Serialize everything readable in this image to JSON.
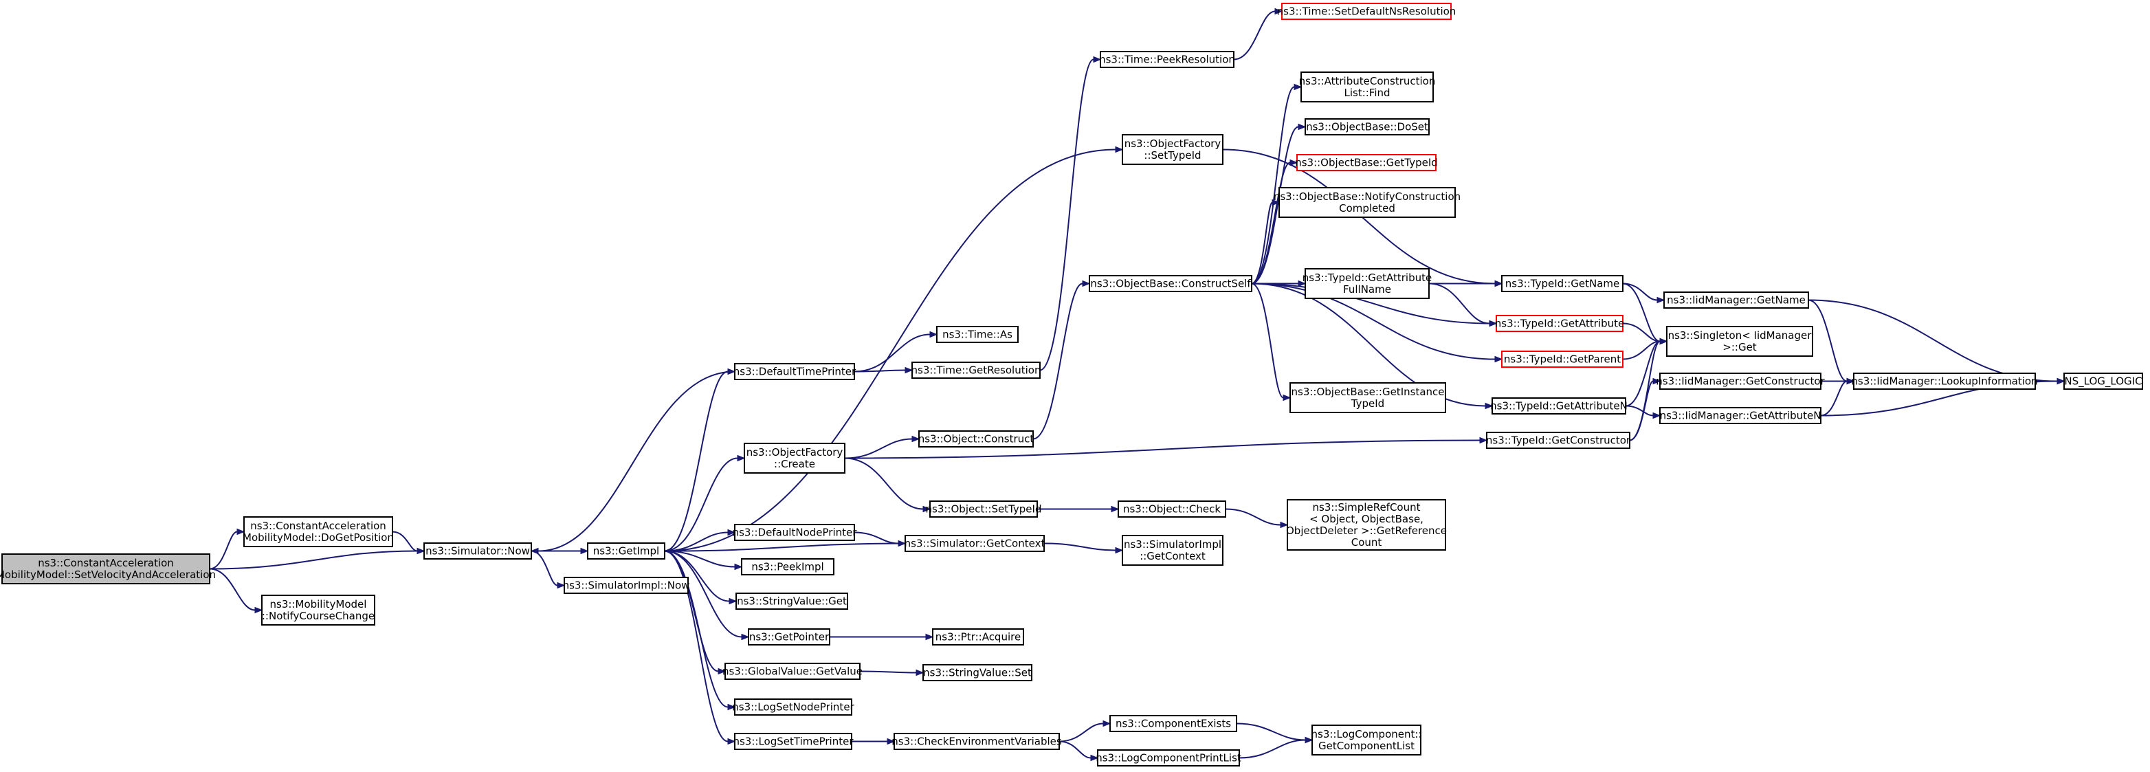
{
  "colors": {
    "edge": "#191970",
    "node_border": "#000000",
    "link_missing_border": "#ff0000",
    "root_fill": "#bfbfbf"
  },
  "nodes": [
    {
      "id": "root",
      "lines": [
        "ns3::ConstantAcceleration",
        "MobilityModel::SetVelocityAndAcceleration"
      ],
      "style": "root"
    },
    {
      "id": "doGetPosition",
      "lines": [
        "ns3::ConstantAcceleration",
        "MobilityModel::DoGetPosition"
      ]
    },
    {
      "id": "notifyCourseChange",
      "lines": [
        "ns3::MobilityModel",
        "::NotifyCourseChange"
      ]
    },
    {
      "id": "simNow",
      "lines": [
        "ns3::Simulator::Now"
      ]
    },
    {
      "id": "getImpl",
      "lines": [
        "ns3::GetImpl"
      ]
    },
    {
      "id": "simImplNow",
      "lines": [
        "ns3::SimulatorImpl::Now"
      ]
    },
    {
      "id": "defaultTimePrinter",
      "lines": [
        "ns3::DefaultTimePrinter"
      ]
    },
    {
      "id": "objFactoryCreate",
      "lines": [
        "ns3::ObjectFactory",
        "::Create"
      ]
    },
    {
      "id": "defaultNodePrinter",
      "lines": [
        "ns3::DefaultNodePrinter"
      ]
    },
    {
      "id": "peekImpl",
      "lines": [
        "ns3::PeekImpl"
      ]
    },
    {
      "id": "stringValueGet",
      "lines": [
        "ns3::StringValue::Get"
      ]
    },
    {
      "id": "getPointer",
      "lines": [
        "ns3::GetPointer"
      ]
    },
    {
      "id": "globalValueGetValue",
      "lines": [
        "ns3::GlobalValue::GetValue"
      ]
    },
    {
      "id": "logSetNodePrinter",
      "lines": [
        "ns3::LogSetNodePrinter"
      ]
    },
    {
      "id": "logSetTimePrinter",
      "lines": [
        "ns3::LogSetTimePrinter"
      ]
    },
    {
      "id": "timeAs",
      "lines": [
        "ns3::Time::As"
      ]
    },
    {
      "id": "timeGetResolution",
      "lines": [
        "ns3::Time::GetResolution"
      ]
    },
    {
      "id": "objectConstruct",
      "lines": [
        "ns3::Object::Construct"
      ]
    },
    {
      "id": "objectSetTypeId",
      "lines": [
        "ns3::Object::SetTypeId"
      ]
    },
    {
      "id": "simGetContext",
      "lines": [
        "ns3::Simulator::GetContext"
      ]
    },
    {
      "id": "ptrAcquire",
      "lines": [
        "ns3::Ptr::Acquire"
      ]
    },
    {
      "id": "stringValueSet",
      "lines": [
        "ns3::StringValue::Set"
      ]
    },
    {
      "id": "checkEnvVars",
      "lines": [
        "ns3::CheckEnvironmentVariables"
      ]
    },
    {
      "id": "timePeekResolution",
      "lines": [
        "ns3::Time::PeekResolution"
      ]
    },
    {
      "id": "objFactorySetTypeId",
      "lines": [
        "ns3::ObjectFactory",
        "::SetTypeId"
      ]
    },
    {
      "id": "objBaseConstructSelf",
      "lines": [
        "ns3::ObjectBase::ConstructSelf"
      ]
    },
    {
      "id": "objectCheck",
      "lines": [
        "ns3::Object::Check"
      ]
    },
    {
      "id": "simImplGetContext",
      "lines": [
        "ns3::SimulatorImpl",
        "::GetContext"
      ]
    },
    {
      "id": "componentExists",
      "lines": [
        "ns3::ComponentExists"
      ]
    },
    {
      "id": "logComponentPrintList",
      "lines": [
        "ns3::LogComponentPrintList"
      ]
    },
    {
      "id": "timeSetDefaultNsResolution",
      "lines": [
        "ns3::Time::SetDefaultNsResolution"
      ],
      "style": "red"
    },
    {
      "id": "attrConstListFind",
      "lines": [
        "ns3::AttributeConstruction",
        "List::Find"
      ]
    },
    {
      "id": "objBaseDoSet",
      "lines": [
        "ns3::ObjectBase::DoSet"
      ]
    },
    {
      "id": "objBaseGetTypeId",
      "lines": [
        "ns3::ObjectBase::GetTypeId"
      ],
      "style": "red"
    },
    {
      "id": "objBaseNotifyConstructionCompleted",
      "lines": [
        "ns3::ObjectBase::NotifyConstruction",
        "Completed"
      ]
    },
    {
      "id": "typeIdGetAttributeFullName",
      "lines": [
        "ns3::TypeId::GetAttribute",
        "FullName"
      ]
    },
    {
      "id": "objBaseGetInstanceTypeId",
      "lines": [
        "ns3::ObjectBase::GetInstance",
        "TypeId"
      ]
    },
    {
      "id": "simpleRefCount",
      "lines": [
        "ns3::SimpleRefCount",
        "< Object, ObjectBase,",
        "ObjectDeleter >::GetReference",
        "Count"
      ]
    },
    {
      "id": "logComponentGetList",
      "lines": [
        "ns3::LogComponent::",
        "GetComponentList"
      ]
    },
    {
      "id": "typeIdGetName",
      "lines": [
        "ns3::TypeId::GetName"
      ]
    },
    {
      "id": "typeIdGetAttribute",
      "lines": [
        "ns3::TypeId::GetAttribute"
      ],
      "style": "red"
    },
    {
      "id": "typeIdGetParent",
      "lines": [
        "ns3::TypeId::GetParent"
      ],
      "style": "red"
    },
    {
      "id": "typeIdGetAttributeN",
      "lines": [
        "ns3::TypeId::GetAttributeN"
      ]
    },
    {
      "id": "typeIdGetConstructor",
      "lines": [
        "ns3::TypeId::GetConstructor"
      ]
    },
    {
      "id": "iidGetName",
      "lines": [
        "ns3::IidManager::GetName"
      ]
    },
    {
      "id": "singletonGet",
      "lines": [
        "ns3::Singleton< IidManager",
        ">::Get"
      ]
    },
    {
      "id": "iidGetConstructor",
      "lines": [
        "ns3::IidManager::GetConstructor"
      ]
    },
    {
      "id": "iidGetAttributeN",
      "lines": [
        "ns3::IidManager::GetAttributeN"
      ]
    },
    {
      "id": "iidLookupInformation",
      "lines": [
        "ns3::IidManager::LookupInformation"
      ]
    },
    {
      "id": "nsLogLogic",
      "lines": [
        "NS_LOG_LOGIC"
      ]
    }
  ],
  "edges": [
    [
      "root",
      "doGetPosition"
    ],
    [
      "root",
      "simNow"
    ],
    [
      "root",
      "notifyCourseChange"
    ],
    [
      "doGetPosition",
      "simNow"
    ],
    [
      "simNow",
      "getImpl"
    ],
    [
      "simNow",
      "simImplNow"
    ],
    [
      "getImpl",
      "defaultTimePrinter"
    ],
    [
      "getImpl",
      "objFactoryCreate"
    ],
    [
      "getImpl",
      "defaultNodePrinter"
    ],
    [
      "getImpl",
      "peekImpl"
    ],
    [
      "getImpl",
      "stringValueGet"
    ],
    [
      "getImpl",
      "getPointer"
    ],
    [
      "getImpl",
      "globalValueGetValue"
    ],
    [
      "getImpl",
      "logSetNodePrinter"
    ],
    [
      "getImpl",
      "logSetTimePrinter"
    ],
    [
      "getImpl",
      "objFactorySetTypeId"
    ],
    [
      "defaultTimePrinter",
      "simNow"
    ],
    [
      "defaultTimePrinter",
      "timeAs"
    ],
    [
      "defaultTimePrinter",
      "timeGetResolution"
    ],
    [
      "simGetContext",
      "getImpl"
    ],
    [
      "timeGetResolution",
      "timePeekResolution"
    ],
    [
      "timePeekResolution",
      "timeSetDefaultNsResolution"
    ],
    [
      "objFactoryCreate",
      "objectConstruct"
    ],
    [
      "objFactoryCreate",
      "objectSetTypeId"
    ],
    [
      "objFactoryCreate",
      "typeIdGetConstructor"
    ],
    [
      "objectConstruct",
      "objBaseConstructSelf"
    ],
    [
      "objectSetTypeId",
      "objectCheck"
    ],
    [
      "objectCheck",
      "simpleRefCount"
    ],
    [
      "defaultNodePrinter",
      "simGetContext"
    ],
    [
      "simGetContext",
      "simImplGetContext"
    ],
    [
      "getPointer",
      "ptrAcquire"
    ],
    [
      "globalValueGetValue",
      "stringValueSet"
    ],
    [
      "logSetTimePrinter",
      "checkEnvVars"
    ],
    [
      "checkEnvVars",
      "componentExists"
    ],
    [
      "checkEnvVars",
      "logComponentPrintList"
    ],
    [
      "componentExists",
      "logComponentGetList"
    ],
    [
      "logComponentPrintList",
      "logComponentGetList"
    ],
    [
      "objFactorySetTypeId",
      "typeIdGetName"
    ],
    [
      "objBaseConstructSelf",
      "attrConstListFind"
    ],
    [
      "objBaseConstructSelf",
      "objBaseDoSet"
    ],
    [
      "objBaseConstructSelf",
      "objBaseGetTypeId"
    ],
    [
      "objBaseConstructSelf",
      "objBaseNotifyConstructionCompleted"
    ],
    [
      "objBaseConstructSelf",
      "typeIdGetName"
    ],
    [
      "objBaseConstructSelf",
      "typeIdGetAttributeFullName"
    ],
    [
      "objBaseConstructSelf",
      "typeIdGetAttribute"
    ],
    [
      "objBaseConstructSelf",
      "typeIdGetParent"
    ],
    [
      "objBaseConstructSelf",
      "objBaseGetInstanceTypeId"
    ],
    [
      "objBaseConstructSelf",
      "typeIdGetAttributeN"
    ],
    [
      "typeIdGetAttributeFullName",
      "typeIdGetName"
    ],
    [
      "typeIdGetAttributeFullName",
      "typeIdGetAttribute"
    ],
    [
      "typeIdGetName",
      "iidGetName"
    ],
    [
      "typeIdGetName",
      "singletonGet"
    ],
    [
      "typeIdGetAttribute",
      "singletonGet"
    ],
    [
      "typeIdGetParent",
      "singletonGet"
    ],
    [
      "typeIdGetAttributeN",
      "singletonGet"
    ],
    [
      "typeIdGetAttributeN",
      "iidGetAttributeN"
    ],
    [
      "typeIdGetConstructor",
      "singletonGet"
    ],
    [
      "typeIdGetConstructor",
      "iidGetConstructor"
    ],
    [
      "iidGetName",
      "iidLookupInformation"
    ],
    [
      "iidGetName",
      "nsLogLogic"
    ],
    [
      "iidGetConstructor",
      "iidLookupInformation"
    ],
    [
      "iidGetAttributeN",
      "iidLookupInformation"
    ],
    [
      "iidGetAttributeN",
      "nsLogLogic"
    ],
    [
      "iidLookupInformation",
      "nsLogLogic"
    ]
  ]
}
